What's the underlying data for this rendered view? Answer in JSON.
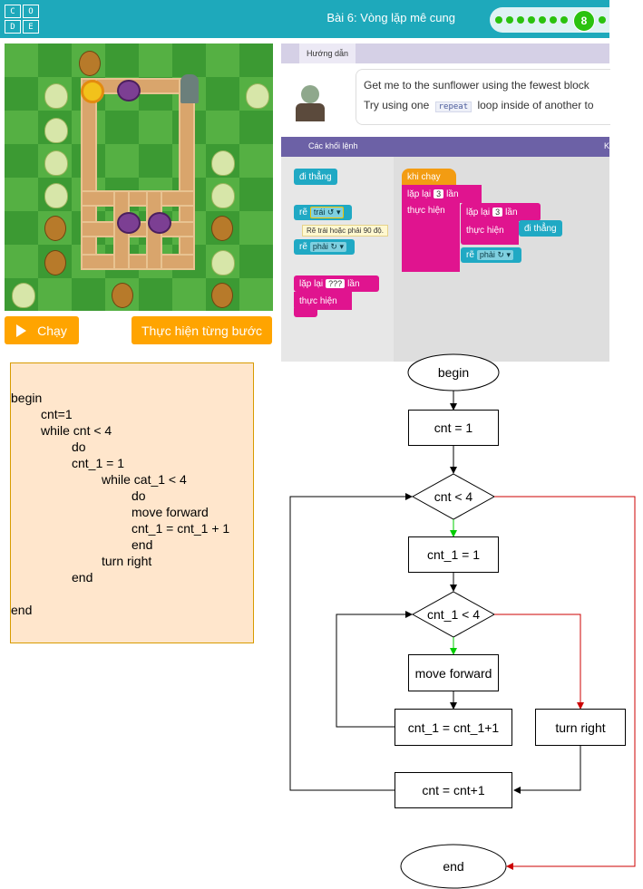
{
  "header": {
    "logo_letters": [
      "C",
      "O",
      "D",
      "E"
    ],
    "lesson_title": "Bài 6: Vòng lặp mê cung",
    "current_level": "8",
    "colors": {
      "bar": "#1ea9bb",
      "progress": "#2bc20e"
    }
  },
  "actions": {
    "run_label": "Chạy",
    "step_label": "Thực hiện từng bước"
  },
  "instructions": {
    "tab_label": "Hướng dẫn",
    "line1": "Get me to the sunflower using the fewest block",
    "line2_before": "Try using one",
    "line2_code": "repeat",
    "line2_after": "loop inside of another to"
  },
  "blocks_header": {
    "label": "Các khối lệnh",
    "right_letter": "K"
  },
  "toolbox": {
    "forward": "đi thẳng",
    "turn_left_prefix": "rẽ",
    "turn_left_option": "trái ↺ ▾",
    "tooltip": "Rẽ trái hoặc phải 90 độ.",
    "turn_right_prefix": "rẽ",
    "turn_right_option": "phải ↻ ▾",
    "repeat_prefix": "lặp lại",
    "repeat_count": "???",
    "repeat_suffix": "lần",
    "do_label": "thực hiện"
  },
  "workspace": {
    "when_run": "khi chạy",
    "outer_prefix": "lặp lại",
    "outer_count": "3",
    "outer_suffix": "lần",
    "outer_do": "thực hiện",
    "inner_prefix": "lặp lại",
    "inner_count": "3",
    "inner_suffix": "lần",
    "inner_do": "thực hiện",
    "inner_action": "đi thẳng",
    "turn_prefix": "rẽ",
    "turn_option": "phải ↻ ▾"
  },
  "pseudocode": {
    "lines": [
      "begin",
      "cnt=1",
      "while cnt < 4",
      "do",
      "cnt_1 = 1",
      "while cat_1 < 4",
      "do",
      "move forward",
      "cnt_1 = cnt_1 + 1",
      "end",
      "turn right",
      "end",
      "end"
    ],
    "colors": {
      "fill": "#ffe6cc",
      "border": "#d79b00"
    }
  },
  "flowchart": {
    "begin": "begin",
    "init_cnt": "cnt = 1",
    "cond_outer": "cnt < 4",
    "init_cnt1": "cnt_1 = 1",
    "cond_inner": "cnt_1 < 4",
    "move": "move forward",
    "inc_cnt1": "cnt_1 = cnt_1+1",
    "turn": "turn right",
    "inc_cnt": "cnt = cnt+1",
    "end": "end",
    "colors": {
      "true_edge": "#00cc00",
      "false_edge": "#cc0000",
      "edge": "#000000"
    }
  }
}
